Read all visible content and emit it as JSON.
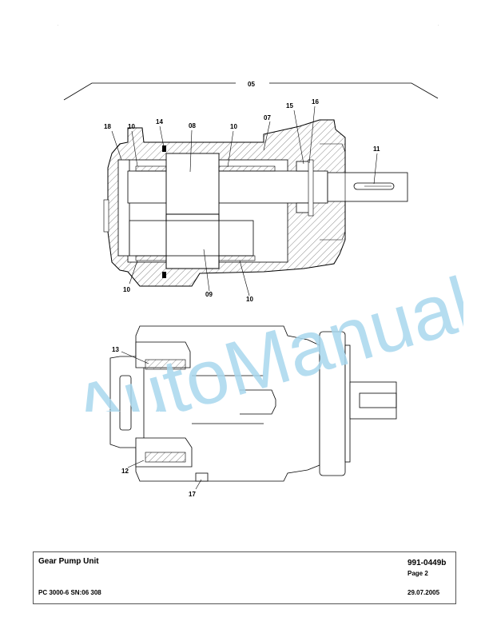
{
  "watermark": "AutoManual",
  "title_block": {
    "title": "Gear Pump Unit",
    "doc_number": "991-0449b",
    "page": "Page 2",
    "machine": "PC 3000-6 SN:06 308",
    "date": "29.07.2005"
  },
  "callouts": {
    "c05": "05",
    "c18": "18",
    "c10a": "10",
    "c14": "14",
    "c08": "08",
    "c10b": "10",
    "c07": "07",
    "c15": "15",
    "c16": "16",
    "c11": "11",
    "c10c": "10",
    "c09": "09",
    "c10d": "10",
    "c13": "13",
    "c12": "12",
    "c17": "17"
  }
}
